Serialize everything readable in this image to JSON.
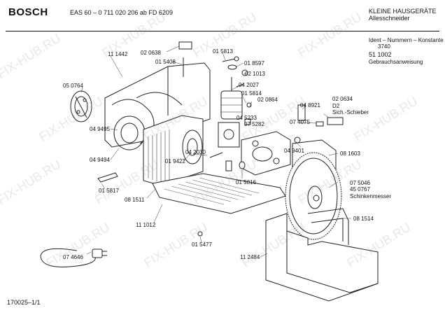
{
  "header": {
    "brand": "BOSCH",
    "model": "EAS 60 – 0 711 020 206 ab FD 6209",
    "category": "KLEINE HAUSGERÄTE",
    "subcategory": "Allesschneider"
  },
  "meta": {
    "ident_label": "Ident – Nummern – Konstante",
    "ident_value": "3740",
    "doc_number": "51 1002",
    "doc_label": "Gebrauchsanweisung"
  },
  "footer": {
    "page": "170025–1/1"
  },
  "watermark": "FIX-HUB.RU",
  "parts": [
    {
      "id": "p1",
      "text": "02 0638"
    },
    {
      "id": "p2",
      "text": "01 5408"
    },
    {
      "id": "p3",
      "text": "01 5813"
    },
    {
      "id": "p4",
      "text": "01 8597"
    },
    {
      "id": "p5",
      "text": "02 1013"
    },
    {
      "id": "p6",
      "text": "04 2027"
    },
    {
      "id": "p7",
      "text": "11 1442"
    },
    {
      "id": "p8",
      "text": "05 0764"
    },
    {
      "id": "p9",
      "text": "01 5814"
    },
    {
      "id": "p10",
      "text": "02 0864"
    },
    {
      "id": "p11",
      "text": "04 5233"
    },
    {
      "id": "p12",
      "text": "07 5282"
    },
    {
      "id": "p13",
      "text": "04 8921"
    },
    {
      "id": "p14",
      "text": "02 0634"
    },
    {
      "id": "p15",
      "text": "D2"
    },
    {
      "id": "p16",
      "text": "Sich.-Schieber"
    },
    {
      "id": "p17",
      "text": "07 4075"
    },
    {
      "id": "p18",
      "text": "04 9495"
    },
    {
      "id": "p19",
      "text": "04 9494"
    },
    {
      "id": "p20",
      "text": "04 2030"
    },
    {
      "id": "p21",
      "text": "01 9422"
    },
    {
      "id": "p22",
      "text": "04 9401"
    },
    {
      "id": "p23",
      "text": "08 1603"
    },
    {
      "id": "p24",
      "text": "01 5817"
    },
    {
      "id": "p25",
      "text": "08 1511"
    },
    {
      "id": "p26",
      "text": "01 5816"
    },
    {
      "id": "p27",
      "text": "07 5046"
    },
    {
      "id": "p28",
      "text": "45 0767"
    },
    {
      "id": "p29",
      "text": "Schinkenmesser"
    },
    {
      "id": "p30",
      "text": "11 1012"
    },
    {
      "id": "p31",
      "text": "08 1514"
    },
    {
      "id": "p32",
      "text": "01 5477"
    },
    {
      "id": "p33",
      "text": "07 4646"
    },
    {
      "id": "p34",
      "text": "11 2484"
    }
  ]
}
